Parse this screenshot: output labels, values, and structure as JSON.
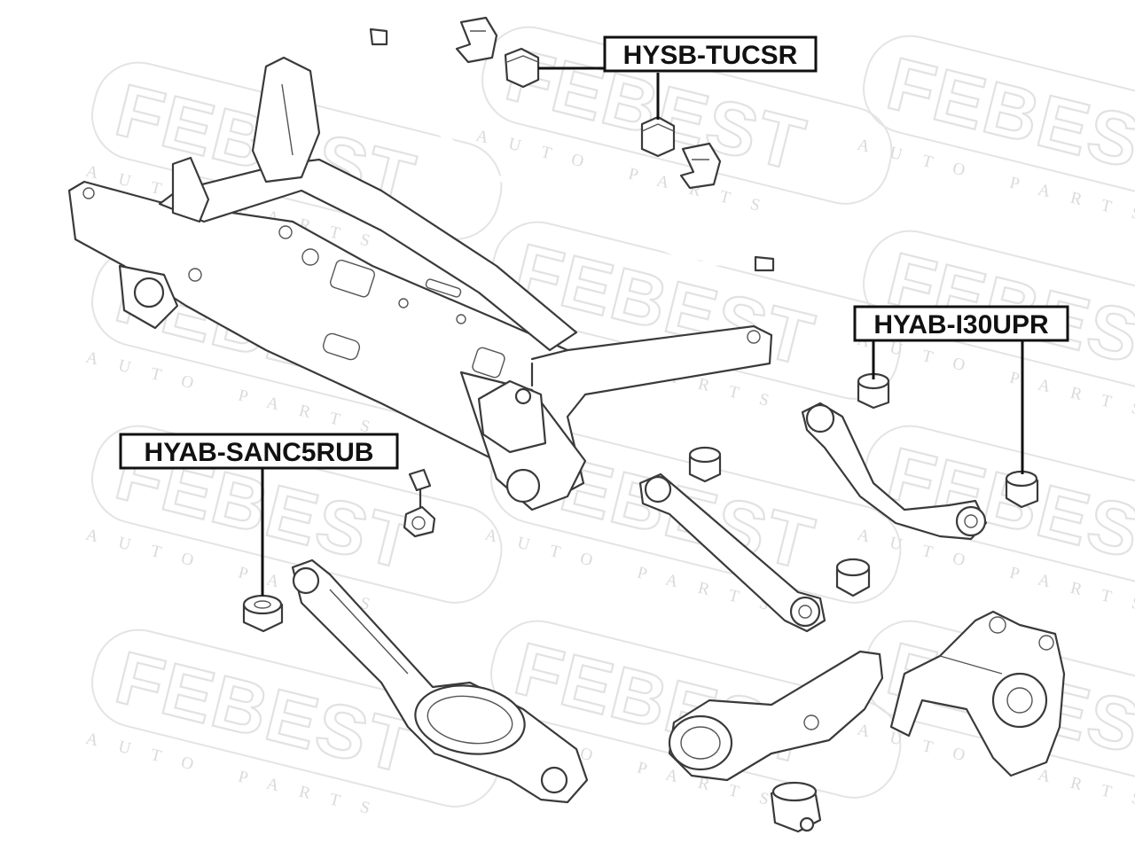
{
  "watermark": {
    "brand": "FEBEST",
    "tagline": "AUTO PARTS"
  },
  "labels": {
    "stabilizer_bushing": "HYSB-TUCSR",
    "upper_arm_bushing": "HYAB-I30UPR",
    "trailing_arm_bushing": "HYAB-SANC5RUB"
  },
  "colors": {
    "line": "#3a3a3a",
    "label_border": "#111111",
    "watermark": "#e2e2e2"
  }
}
